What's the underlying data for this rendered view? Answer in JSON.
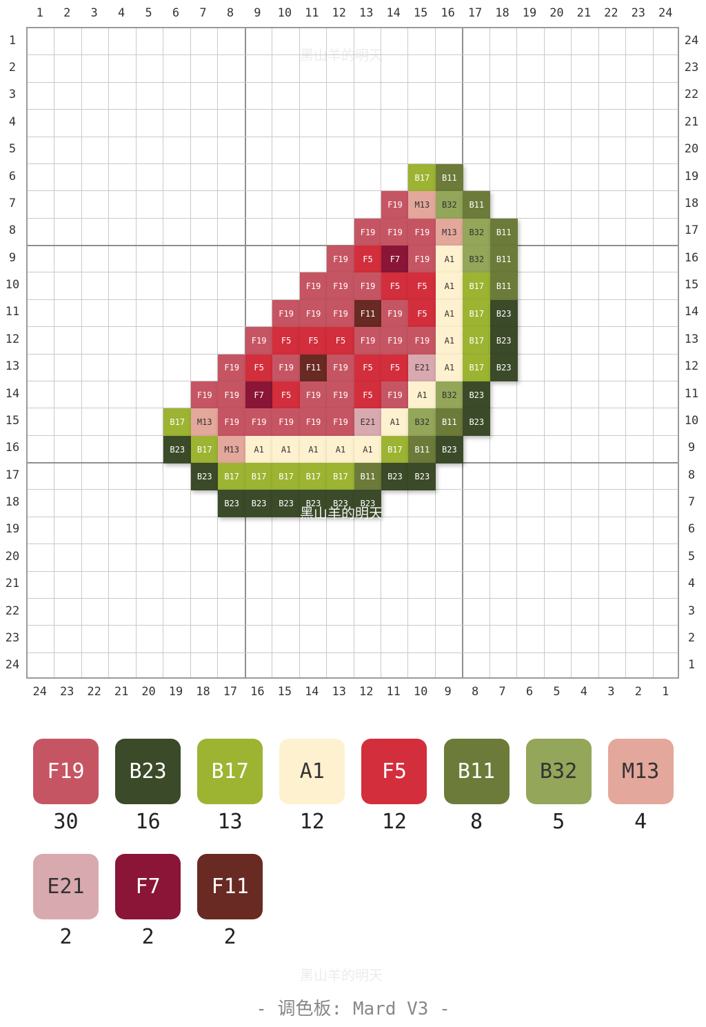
{
  "grid": {
    "cols": 24,
    "rows": 24,
    "top_labels": [
      "1",
      "2",
      "3",
      "4",
      "5",
      "6",
      "7",
      "8",
      "9",
      "10",
      "11",
      "12",
      "13",
      "14",
      "15",
      "16",
      "17",
      "18",
      "19",
      "20",
      "21",
      "22",
      "23",
      "24"
    ],
    "bottom_labels": [
      "24",
      "23",
      "22",
      "21",
      "20",
      "19",
      "18",
      "17",
      "16",
      "15",
      "14",
      "13",
      "12",
      "11",
      "10",
      "9",
      "8",
      "7",
      "6",
      "5",
      "4",
      "3",
      "2",
      "1"
    ],
    "left_labels": [
      "1",
      "2",
      "3",
      "4",
      "5",
      "6",
      "7",
      "8",
      "9",
      "10",
      "11",
      "12",
      "13",
      "14",
      "15",
      "16",
      "17",
      "18",
      "19",
      "20",
      "21",
      "22",
      "23",
      "24"
    ],
    "right_labels": [
      "24",
      "23",
      "22",
      "21",
      "20",
      "19",
      "18",
      "17",
      "16",
      "15",
      "14",
      "13",
      "12",
      "11",
      "10",
      "9",
      "8",
      "7",
      "6",
      "5",
      "4",
      "3",
      "2",
      "1"
    ],
    "major_every": 8
  },
  "colors": {
    "F19": "#c65563",
    "B23": "#3b4a28",
    "B17": "#9cb432",
    "A1": "#fdf1cf",
    "F5": "#d32e3c",
    "B11": "#6c7b39",
    "B32": "#93a65a",
    "M13": "#e4a79b",
    "E21": "#d9a9b0",
    "F7": "#8a1537",
    "F11": "#682a23"
  },
  "pattern": [
    {
      "row": 6,
      "start": 15,
      "cells": [
        "B17",
        "B11"
      ]
    },
    {
      "row": 7,
      "start": 14,
      "cells": [
        "F19",
        "M13",
        "B32",
        "B11"
      ]
    },
    {
      "row": 8,
      "start": 13,
      "cells": [
        "F19",
        "F19",
        "F19",
        "M13",
        "B32",
        "B11"
      ]
    },
    {
      "row": 9,
      "start": 12,
      "cells": [
        "F19",
        "F5",
        "F7",
        "F19",
        "A1",
        "B32",
        "B11"
      ]
    },
    {
      "row": 10,
      "start": 11,
      "cells": [
        "F19",
        "F19",
        "F19",
        "F5",
        "F5",
        "A1",
        "B17",
        "B11"
      ]
    },
    {
      "row": 11,
      "start": 10,
      "cells": [
        "F19",
        "F19",
        "F19",
        "F11",
        "F19",
        "F5",
        "A1",
        "B17",
        "B23"
      ]
    },
    {
      "row": 12,
      "start": 9,
      "cells": [
        "F19",
        "F5",
        "F5",
        "F5",
        "F19",
        "F19",
        "F19",
        "A1",
        "B17",
        "B23"
      ]
    },
    {
      "row": 13,
      "start": 8,
      "cells": [
        "F19",
        "F5",
        "F19",
        "F11",
        "F19",
        "F5",
        "F5",
        "E21",
        "A1",
        "B17",
        "B23"
      ]
    },
    {
      "row": 14,
      "start": 7,
      "cells": [
        "F19",
        "F19",
        "F7",
        "F5",
        "F19",
        "F19",
        "F5",
        "F19",
        "A1",
        "B32",
        "B23"
      ]
    },
    {
      "row": 15,
      "start": 6,
      "cells": [
        "B17",
        "M13",
        "F19",
        "F19",
        "F19",
        "F19",
        "F19",
        "E21",
        "A1",
        "B32",
        "B11",
        "B23"
      ]
    },
    {
      "row": 16,
      "start": 6,
      "cells": [
        "B23",
        "B17",
        "M13",
        "A1",
        "A1",
        "A1",
        "A1",
        "A1",
        "B17",
        "B11",
        "B23"
      ]
    },
    {
      "row": 17,
      "start": 7,
      "cells": [
        "B23",
        "B17",
        "B17",
        "B17",
        "B17",
        "B17",
        "B11",
        "B23",
        "B23"
      ]
    },
    {
      "row": 18,
      "start": 8,
      "cells": [
        "B23",
        "B23",
        "B23",
        "B23",
        "B23",
        "B23"
      ]
    }
  ],
  "palette": [
    {
      "code": "F19",
      "count": "30"
    },
    {
      "code": "B23",
      "count": "16"
    },
    {
      "code": "B17",
      "count": "13"
    },
    {
      "code": "A1",
      "count": "12"
    },
    {
      "code": "F5",
      "count": "12"
    },
    {
      "code": "B11",
      "count": "8"
    },
    {
      "code": "B32",
      "count": "5"
    },
    {
      "code": "M13",
      "count": "4"
    },
    {
      "code": "E21",
      "count": "2"
    },
    {
      "code": "F7",
      "count": "2"
    },
    {
      "code": "F11",
      "count": "2"
    }
  ],
  "light_codes": [
    "A1",
    "M13",
    "E21",
    "B32"
  ],
  "watermark": "黑山羊的明天",
  "footer": "- 调色板: Mard V3 -"
}
